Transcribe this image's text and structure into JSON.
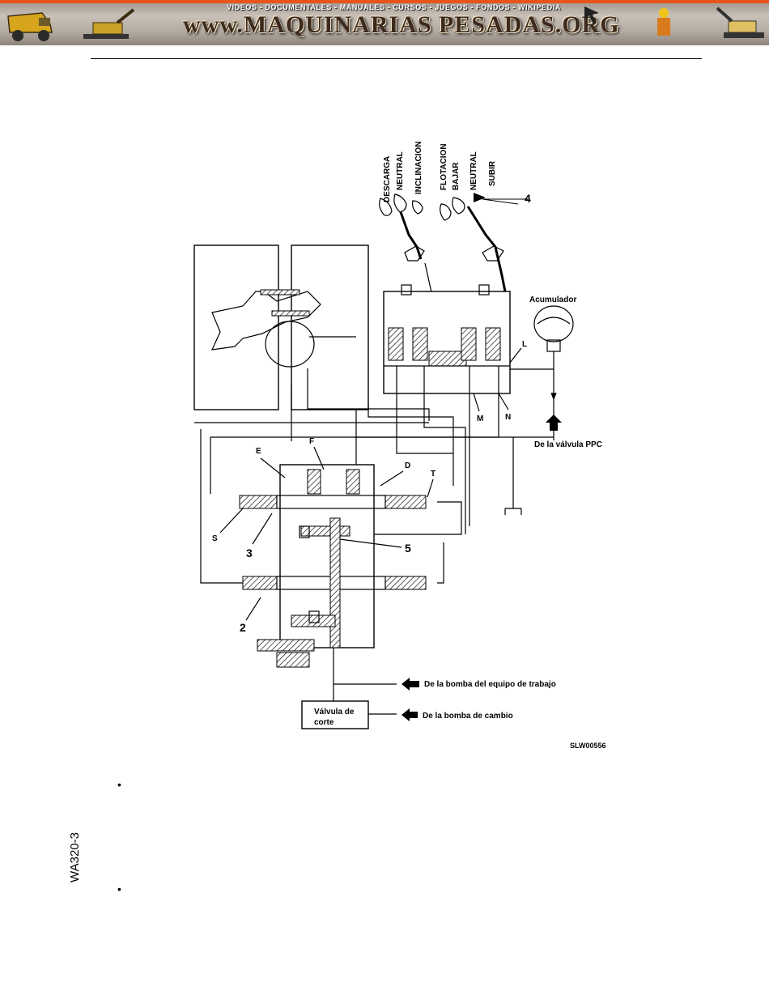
{
  "banner": {
    "tagline": "VIDEOS - DOCUMENTALES - MANUALES - CURSOS - JUEGOS - FONDOS - WIKIPEDIA",
    "site": "www.MAQUINARIAS PESADAS.ORG"
  },
  "diagram": {
    "lever_labels": [
      "DESCARGA",
      "NEUTRAL",
      "INCLINACION",
      "FLOTACION",
      "BAJAR",
      "NEUTRAL",
      "SUBIR"
    ],
    "accumulator": "Acumulador",
    "ppc_inlet": "De la válvula PPC",
    "work_pump_inlet": "De la bomba del equipo de trabajo",
    "shift_pump_inlet": "De la bomba de cambio",
    "cut_valve_line1": "Válvula de",
    "cut_valve_line2": "corte",
    "figure_code": "SLW00556",
    "callouts": {
      "n4": "4",
      "n5": "5",
      "n3": "3",
      "n2": "2",
      "E": "E",
      "F": "F",
      "D": "D",
      "T": "T",
      "S": "S",
      "L": "L",
      "M": "M",
      "N": "N"
    }
  },
  "side_label": "WA320-3",
  "bullets": [
    "•",
    "•"
  ],
  "colors": {
    "banner_accent": "#e8541a",
    "banner_text": "#3c2a1e"
  }
}
